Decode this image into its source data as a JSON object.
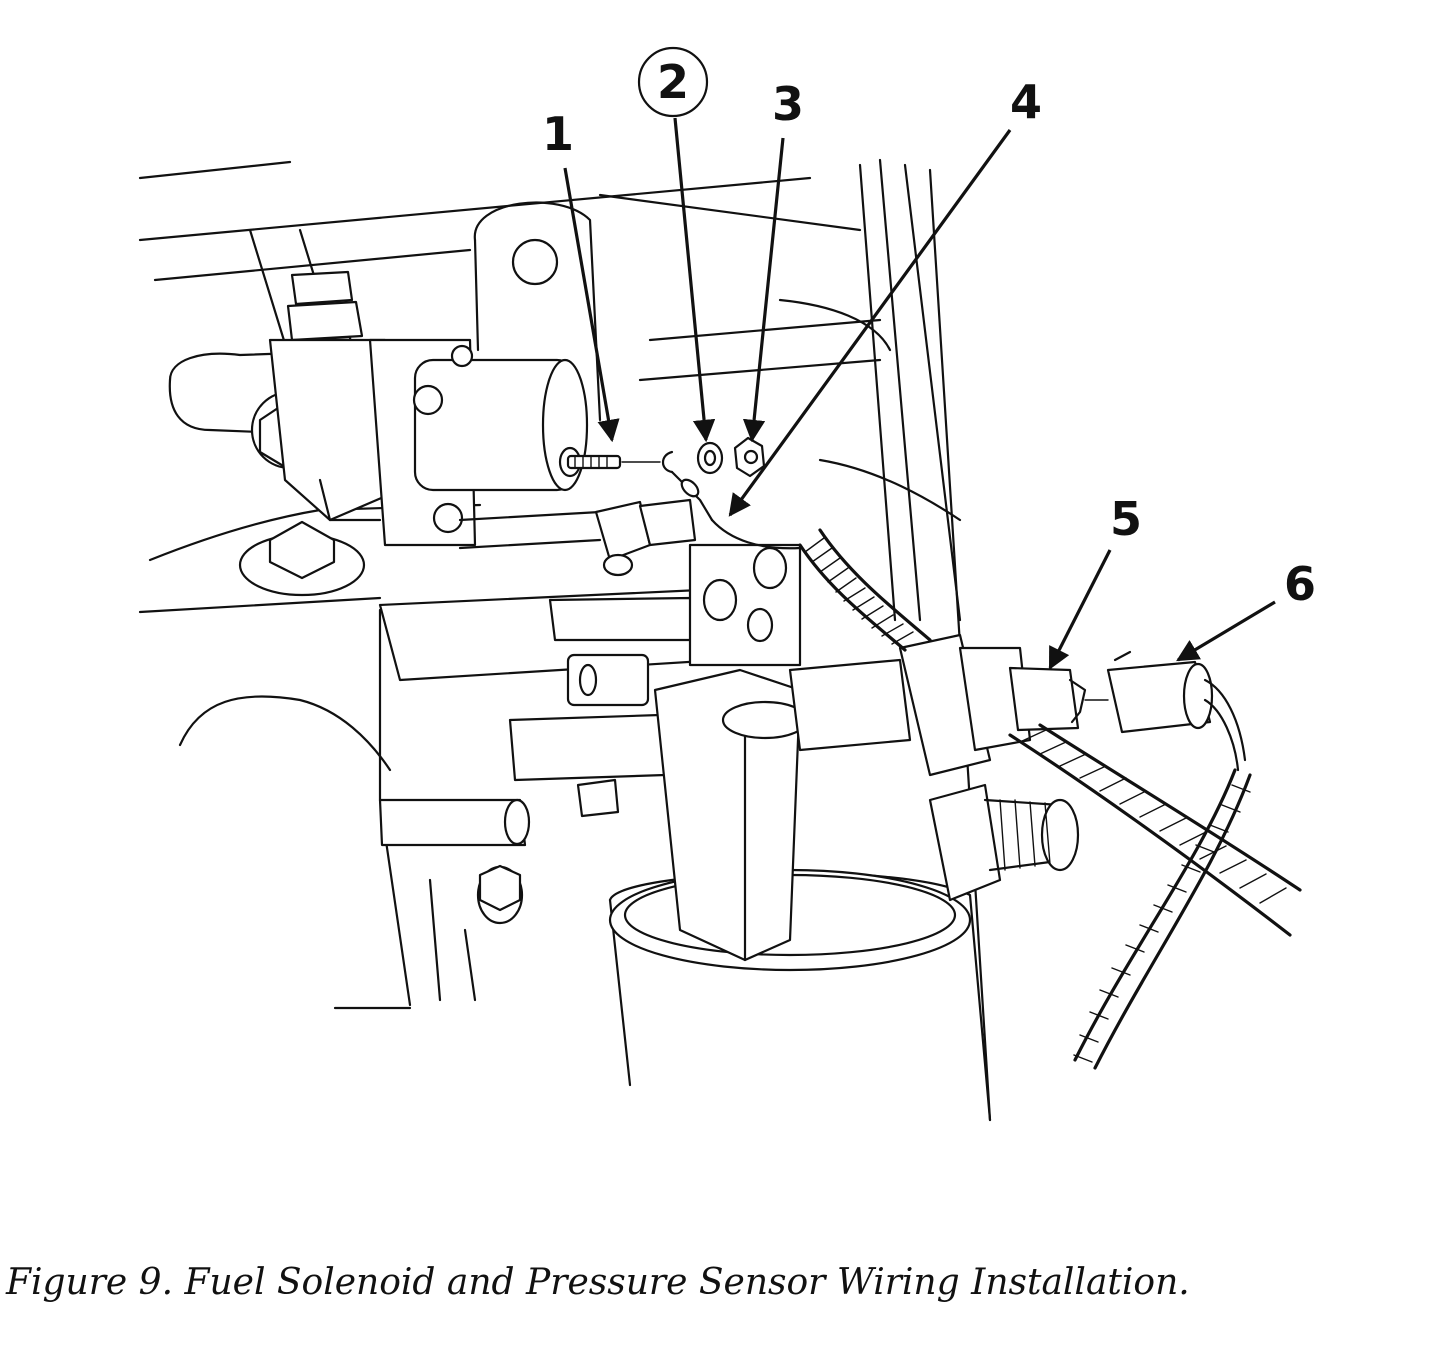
{
  "figure": {
    "caption": "Figure 9.  Fuel Solenoid and Pressure Sensor Wiring Installation.",
    "callouts": [
      {
        "label": "1",
        "circled": false
      },
      {
        "label": "2",
        "circled": true
      },
      {
        "label": "3",
        "circled": false
      },
      {
        "label": "4",
        "circled": false
      },
      {
        "label": "5",
        "circled": false
      },
      {
        "label": "6",
        "circled": false
      }
    ]
  },
  "colors": {
    "line": "#111111",
    "background": "#ffffff"
  }
}
